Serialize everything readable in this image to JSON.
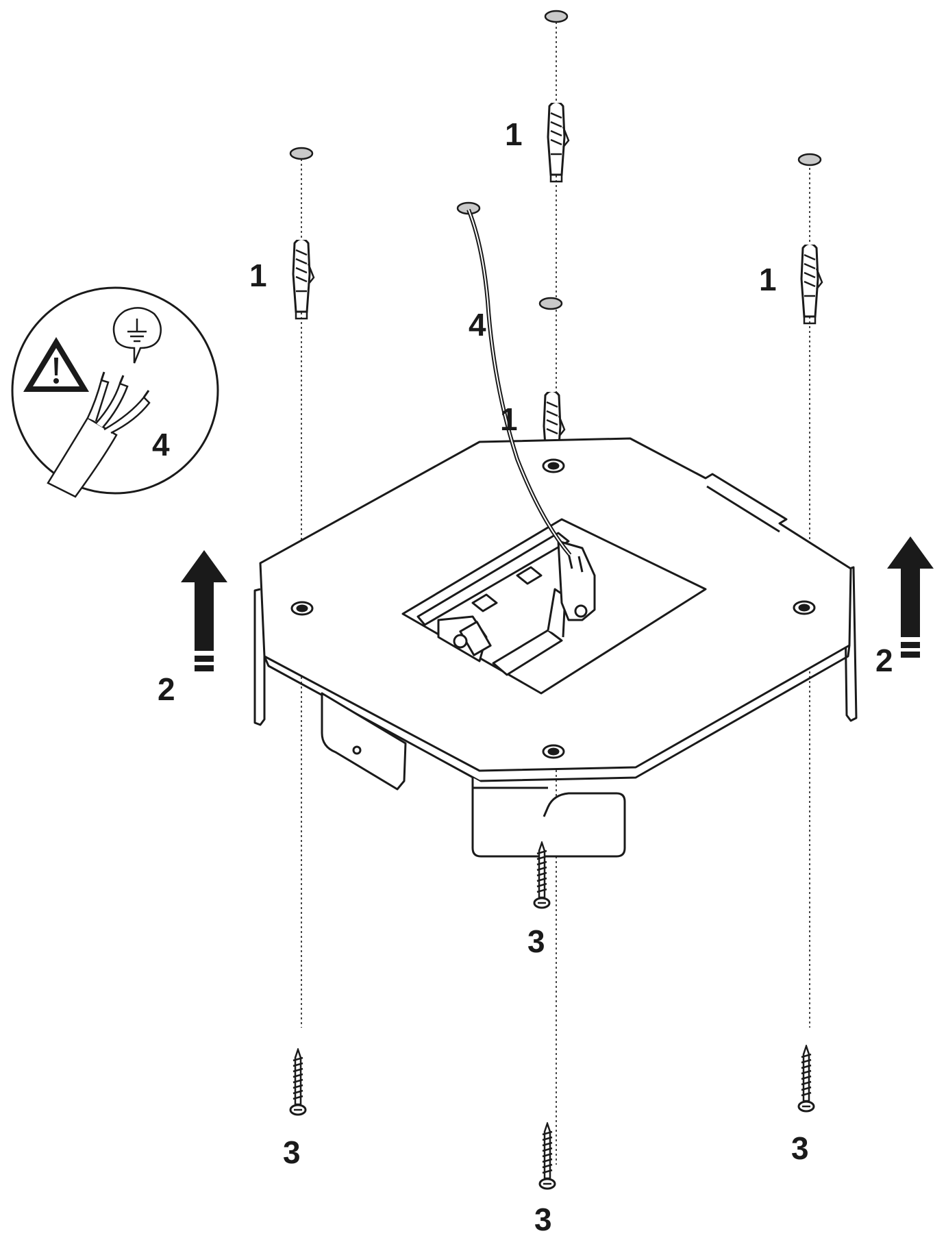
{
  "labels": {
    "anchor_top_center": "1",
    "anchor_left": "1",
    "anchor_right": "1",
    "anchor_inner": "1",
    "cable": "4",
    "inset": "4",
    "arrow_left": "2",
    "arrow_right": "2",
    "screw_center_upper": "3",
    "screw_left": "3",
    "screw_right": "3",
    "screw_bottom": "3"
  },
  "colors": {
    "line": "#1a1a1a",
    "hole_fill": "#c9c9c9",
    "background": "#ffffff"
  },
  "icons": [
    "warning-triangle-icon",
    "ground-symbol-icon",
    "arrow-up-icon"
  ]
}
